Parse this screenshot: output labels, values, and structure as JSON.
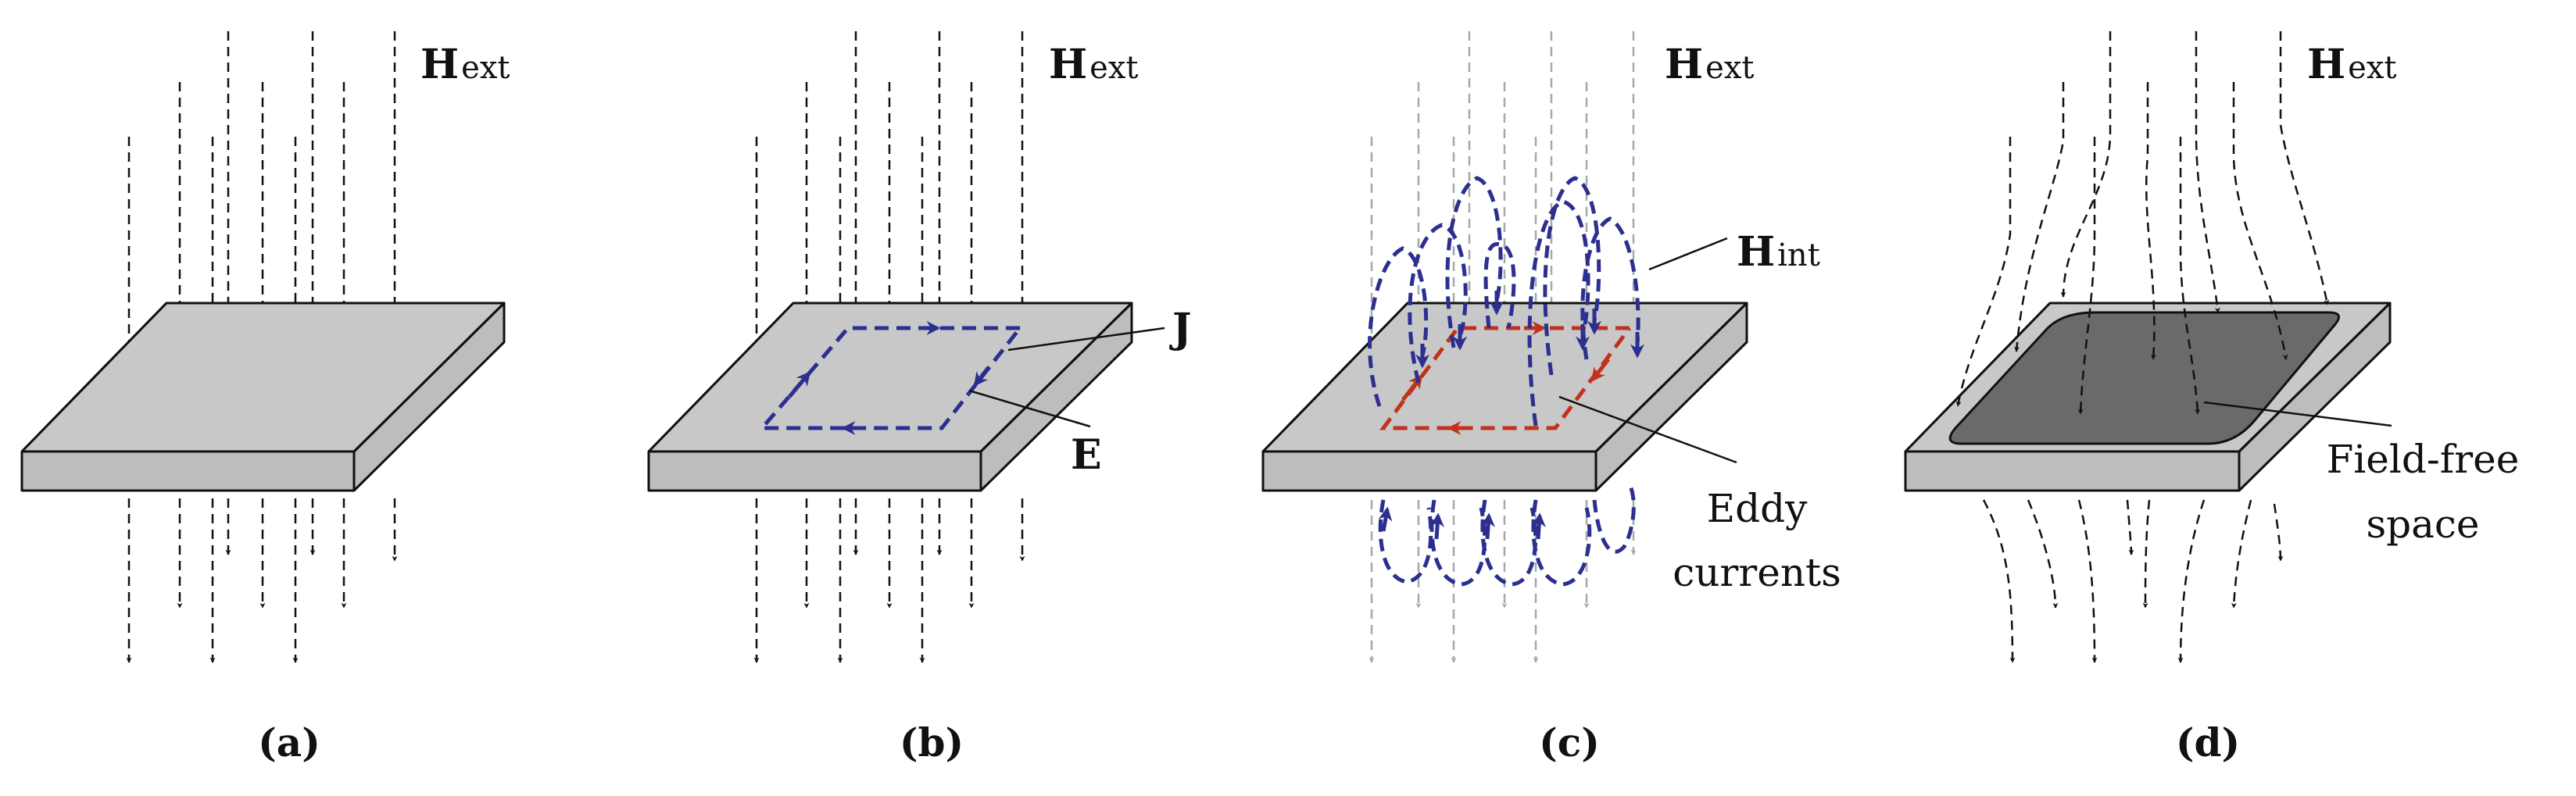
{
  "panels": [
    {
      "id": "a",
      "caption": "(a)",
      "field_label": {
        "main": "H",
        "sub": "ext"
      },
      "annotations": []
    },
    {
      "id": "b",
      "caption": "(b)",
      "field_label": {
        "main": "H",
        "sub": "ext"
      },
      "annotations": [
        {
          "text": "J"
        },
        {
          "text": "E"
        }
      ]
    },
    {
      "id": "c",
      "caption": "(c)",
      "field_label": {
        "main": "H",
        "sub": "ext"
      },
      "annotations": [
        {
          "main": "H",
          "sub": "int"
        },
        {
          "lines": [
            "Eddy",
            "currents"
          ]
        }
      ]
    },
    {
      "id": "d",
      "caption": "(d)",
      "field_label": {
        "main": "H",
        "sub": "ext"
      },
      "annotations": [
        {
          "lines": [
            "Field-free",
            "space"
          ]
        }
      ]
    }
  ],
  "colors": {
    "field_line": "#111111",
    "faded_field_line": "#a8a8a8",
    "current_loop": "#2b2f8f",
    "electric_field": "#c0321e",
    "slab_top": "#c8c8c8",
    "slab_side": "#bdbdbd",
    "field_free_region": "#6a6a6a"
  }
}
